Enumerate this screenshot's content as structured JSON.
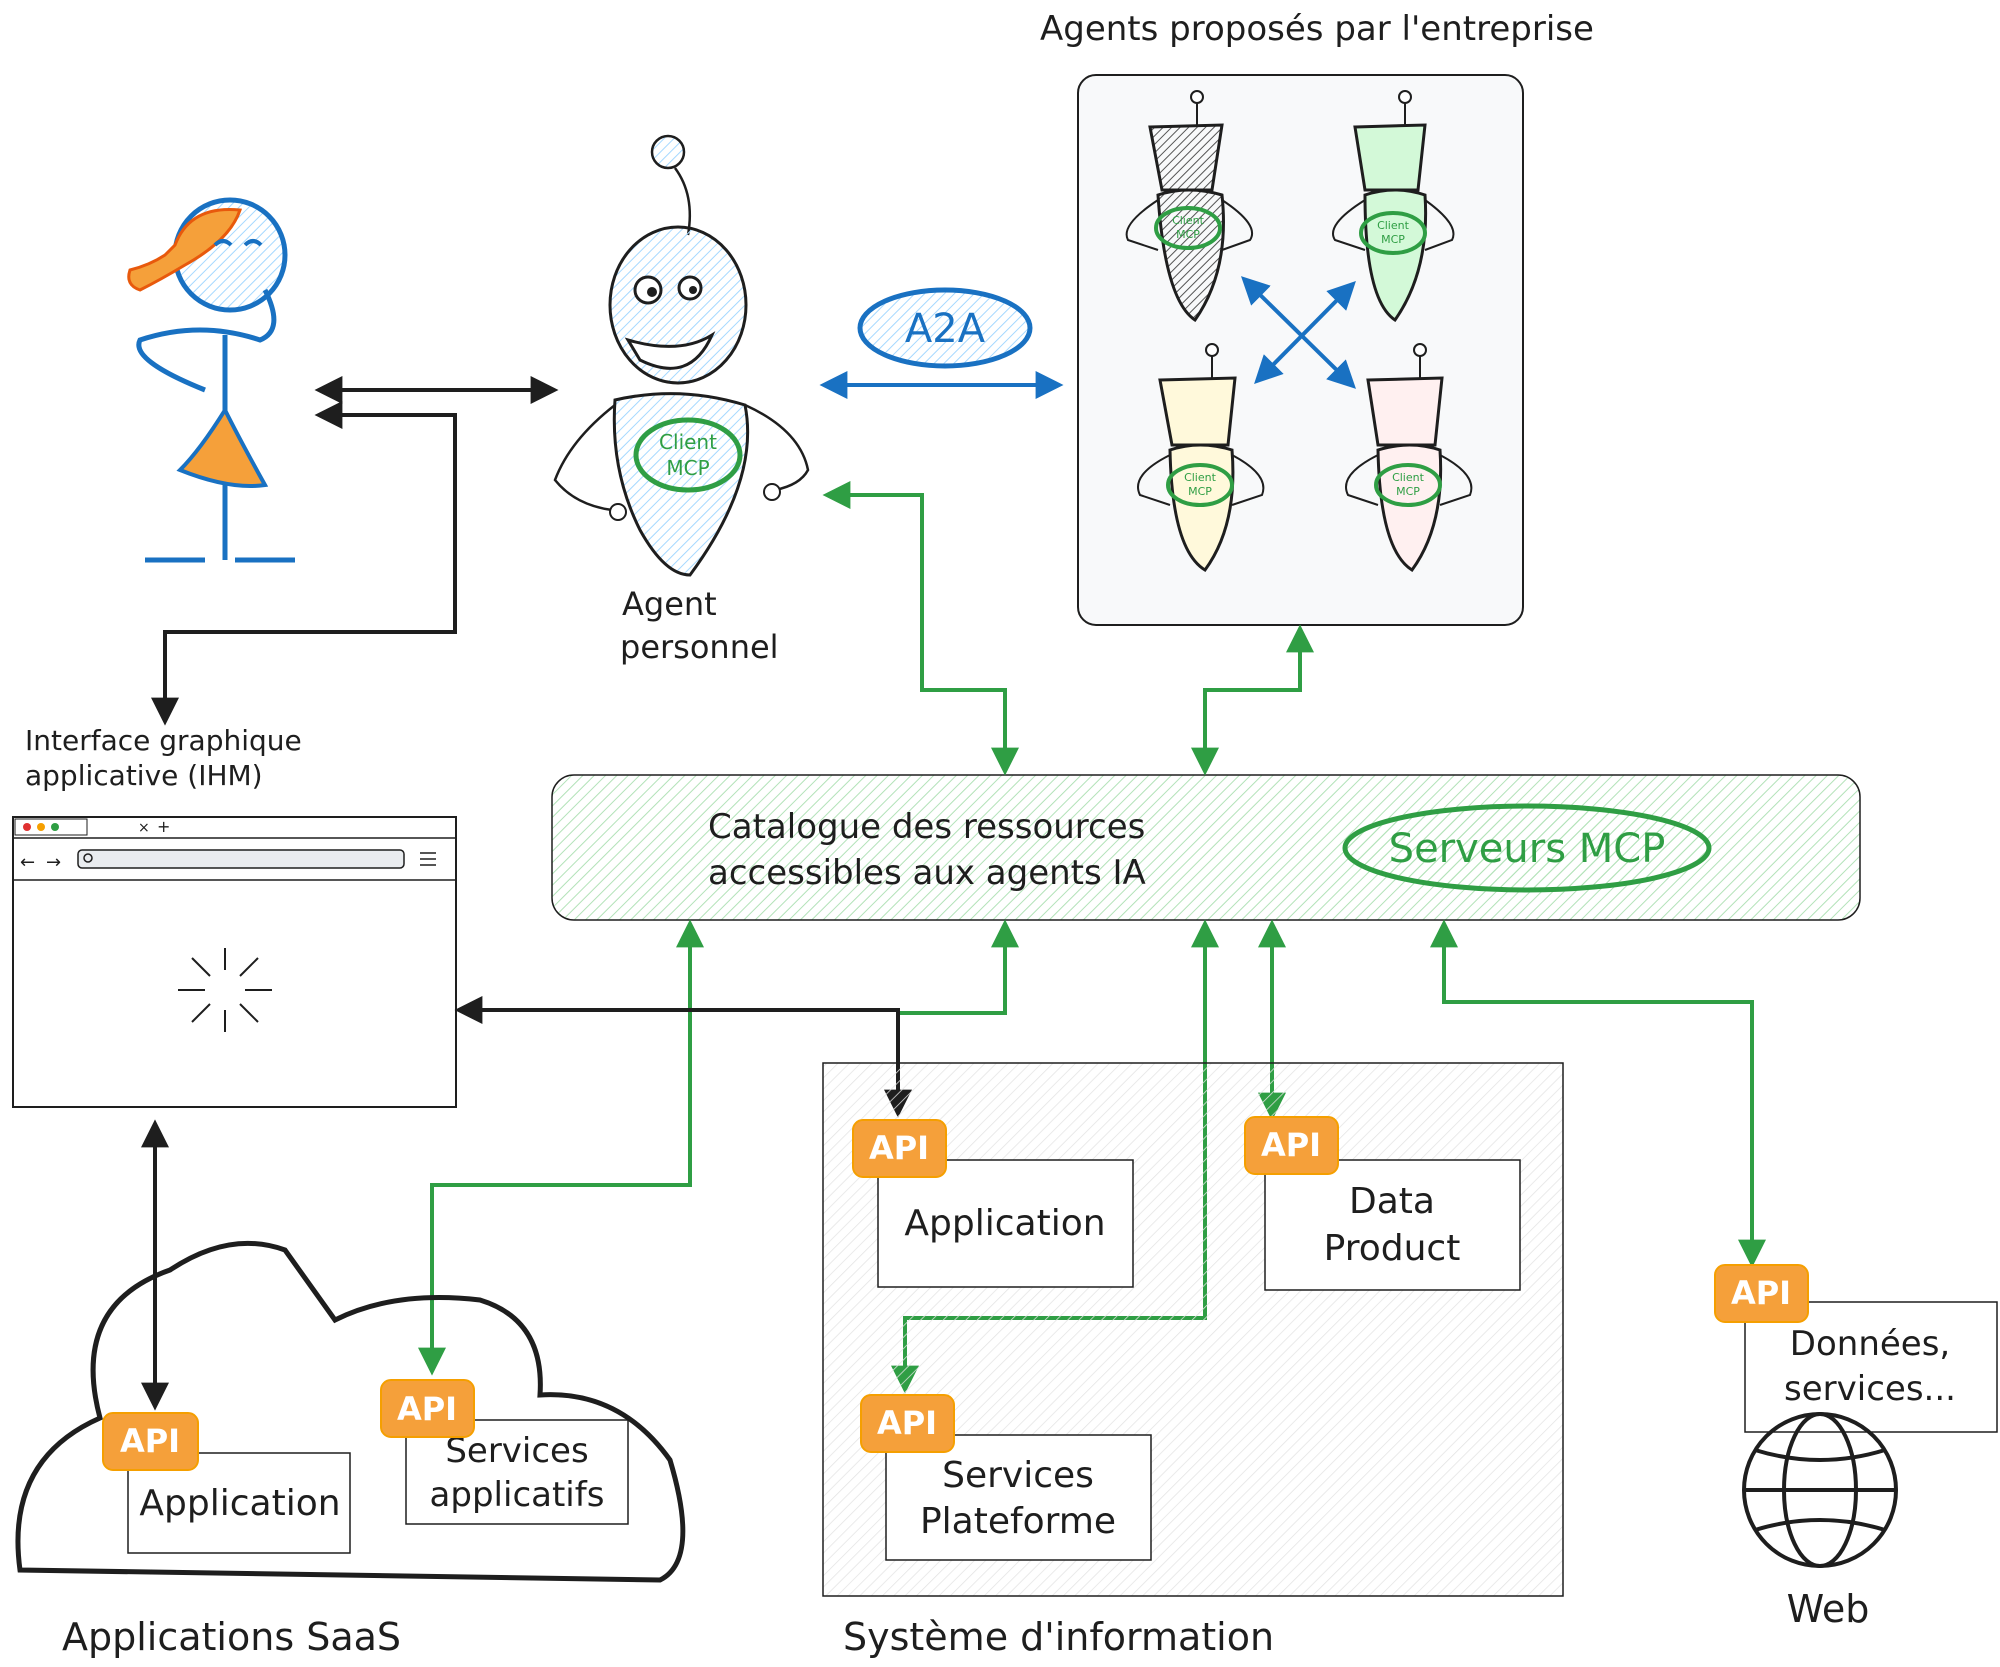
{
  "colors": {
    "green": "#2f9e44",
    "blue": "#1971c2",
    "black": "#1e1e1e",
    "orange": "#f5a03a",
    "panel_fill": "#f3fbf3",
    "is_fill": "#f4f4f4"
  },
  "labels": {
    "enterprise_agents_title": "Agents proposés par l'entreprise",
    "a2a": "A2A",
    "personal_agent_line1": "Agent",
    "personal_agent_line2": "personnel",
    "client_mcp_line1": "Client",
    "client_mcp_line2": "MCP",
    "ihm_line1": "Interface graphique",
    "ihm_line2": "applicative (IHM)",
    "catalogue_line1": "Catalogue des ressources",
    "catalogue_line2": "accessibles aux agents IA",
    "mcp_servers": "Serveurs MCP",
    "api": "API",
    "saas_application": "Application",
    "saas_services_line1": "Services",
    "saas_services_line2": "applicatifs",
    "is_application": "Application",
    "data_product_line1": "Data",
    "data_product_line2": "Product",
    "platform_services_line1": "Services",
    "platform_services_line2": "Plateforme",
    "web_data_line1": "Données,",
    "web_data_line2": "services...",
    "web": "Web",
    "saas_caption": "Applications SaaS",
    "is_caption": "Système d'information"
  },
  "icons": [
    "user-icon",
    "robot-icon",
    "browser-window-icon",
    "loading-spinner-icon",
    "globe-icon",
    "cloud-icon"
  ]
}
